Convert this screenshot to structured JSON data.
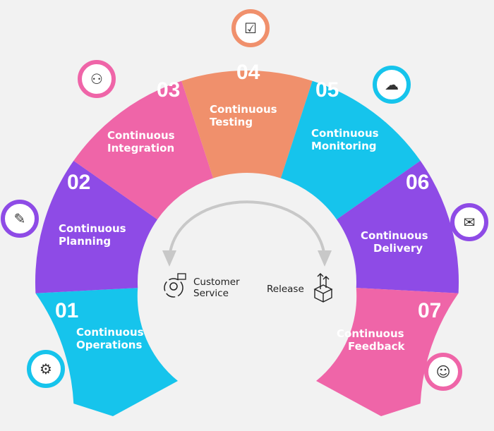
{
  "colors": {
    "cyan": "#16c4ec",
    "purple": "#8e4be6",
    "pink": "#ef65a8",
    "orange": "#f0906c",
    "background": "#f2f2f2",
    "arrow": "#c8c8c8"
  },
  "stages": [
    {
      "number": "01",
      "line1": "Continuous",
      "line2": "Operations",
      "color": "cyan",
      "icon": "dashboard-settings-icon",
      "glyph": "⚙"
    },
    {
      "number": "02",
      "line1": "Continuous",
      "line2": "Planning",
      "color": "purple",
      "icon": "blueprint-pencil-icon",
      "glyph": "✎"
    },
    {
      "number": "03",
      "line1": "Continuous",
      "line2": "Integration",
      "color": "pink",
      "icon": "person-puzzle-icon",
      "glyph": "⚇"
    },
    {
      "number": "04",
      "line1": "Continuous",
      "line2": "Testing",
      "color": "orange",
      "icon": "checklist-icon",
      "glyph": "☑"
    },
    {
      "number": "05",
      "line1": "Continuous",
      "line2": "Monitoring",
      "color": "cyan",
      "icon": "cloud-network-icon",
      "glyph": "☁"
    },
    {
      "number": "06",
      "line1": "Continuous",
      "line2": "Delivery",
      "color": "purple",
      "icon": "envelope-icon",
      "glyph": "✉"
    },
    {
      "number": "07",
      "line1": "Continuous",
      "line2": "Feedback",
      "color": "pink",
      "icon": "team-feedback-icon",
      "glyph": "☺"
    }
  ],
  "center": {
    "customer_line1": "Customer",
    "customer_line2": "Service",
    "release": "Release"
  }
}
